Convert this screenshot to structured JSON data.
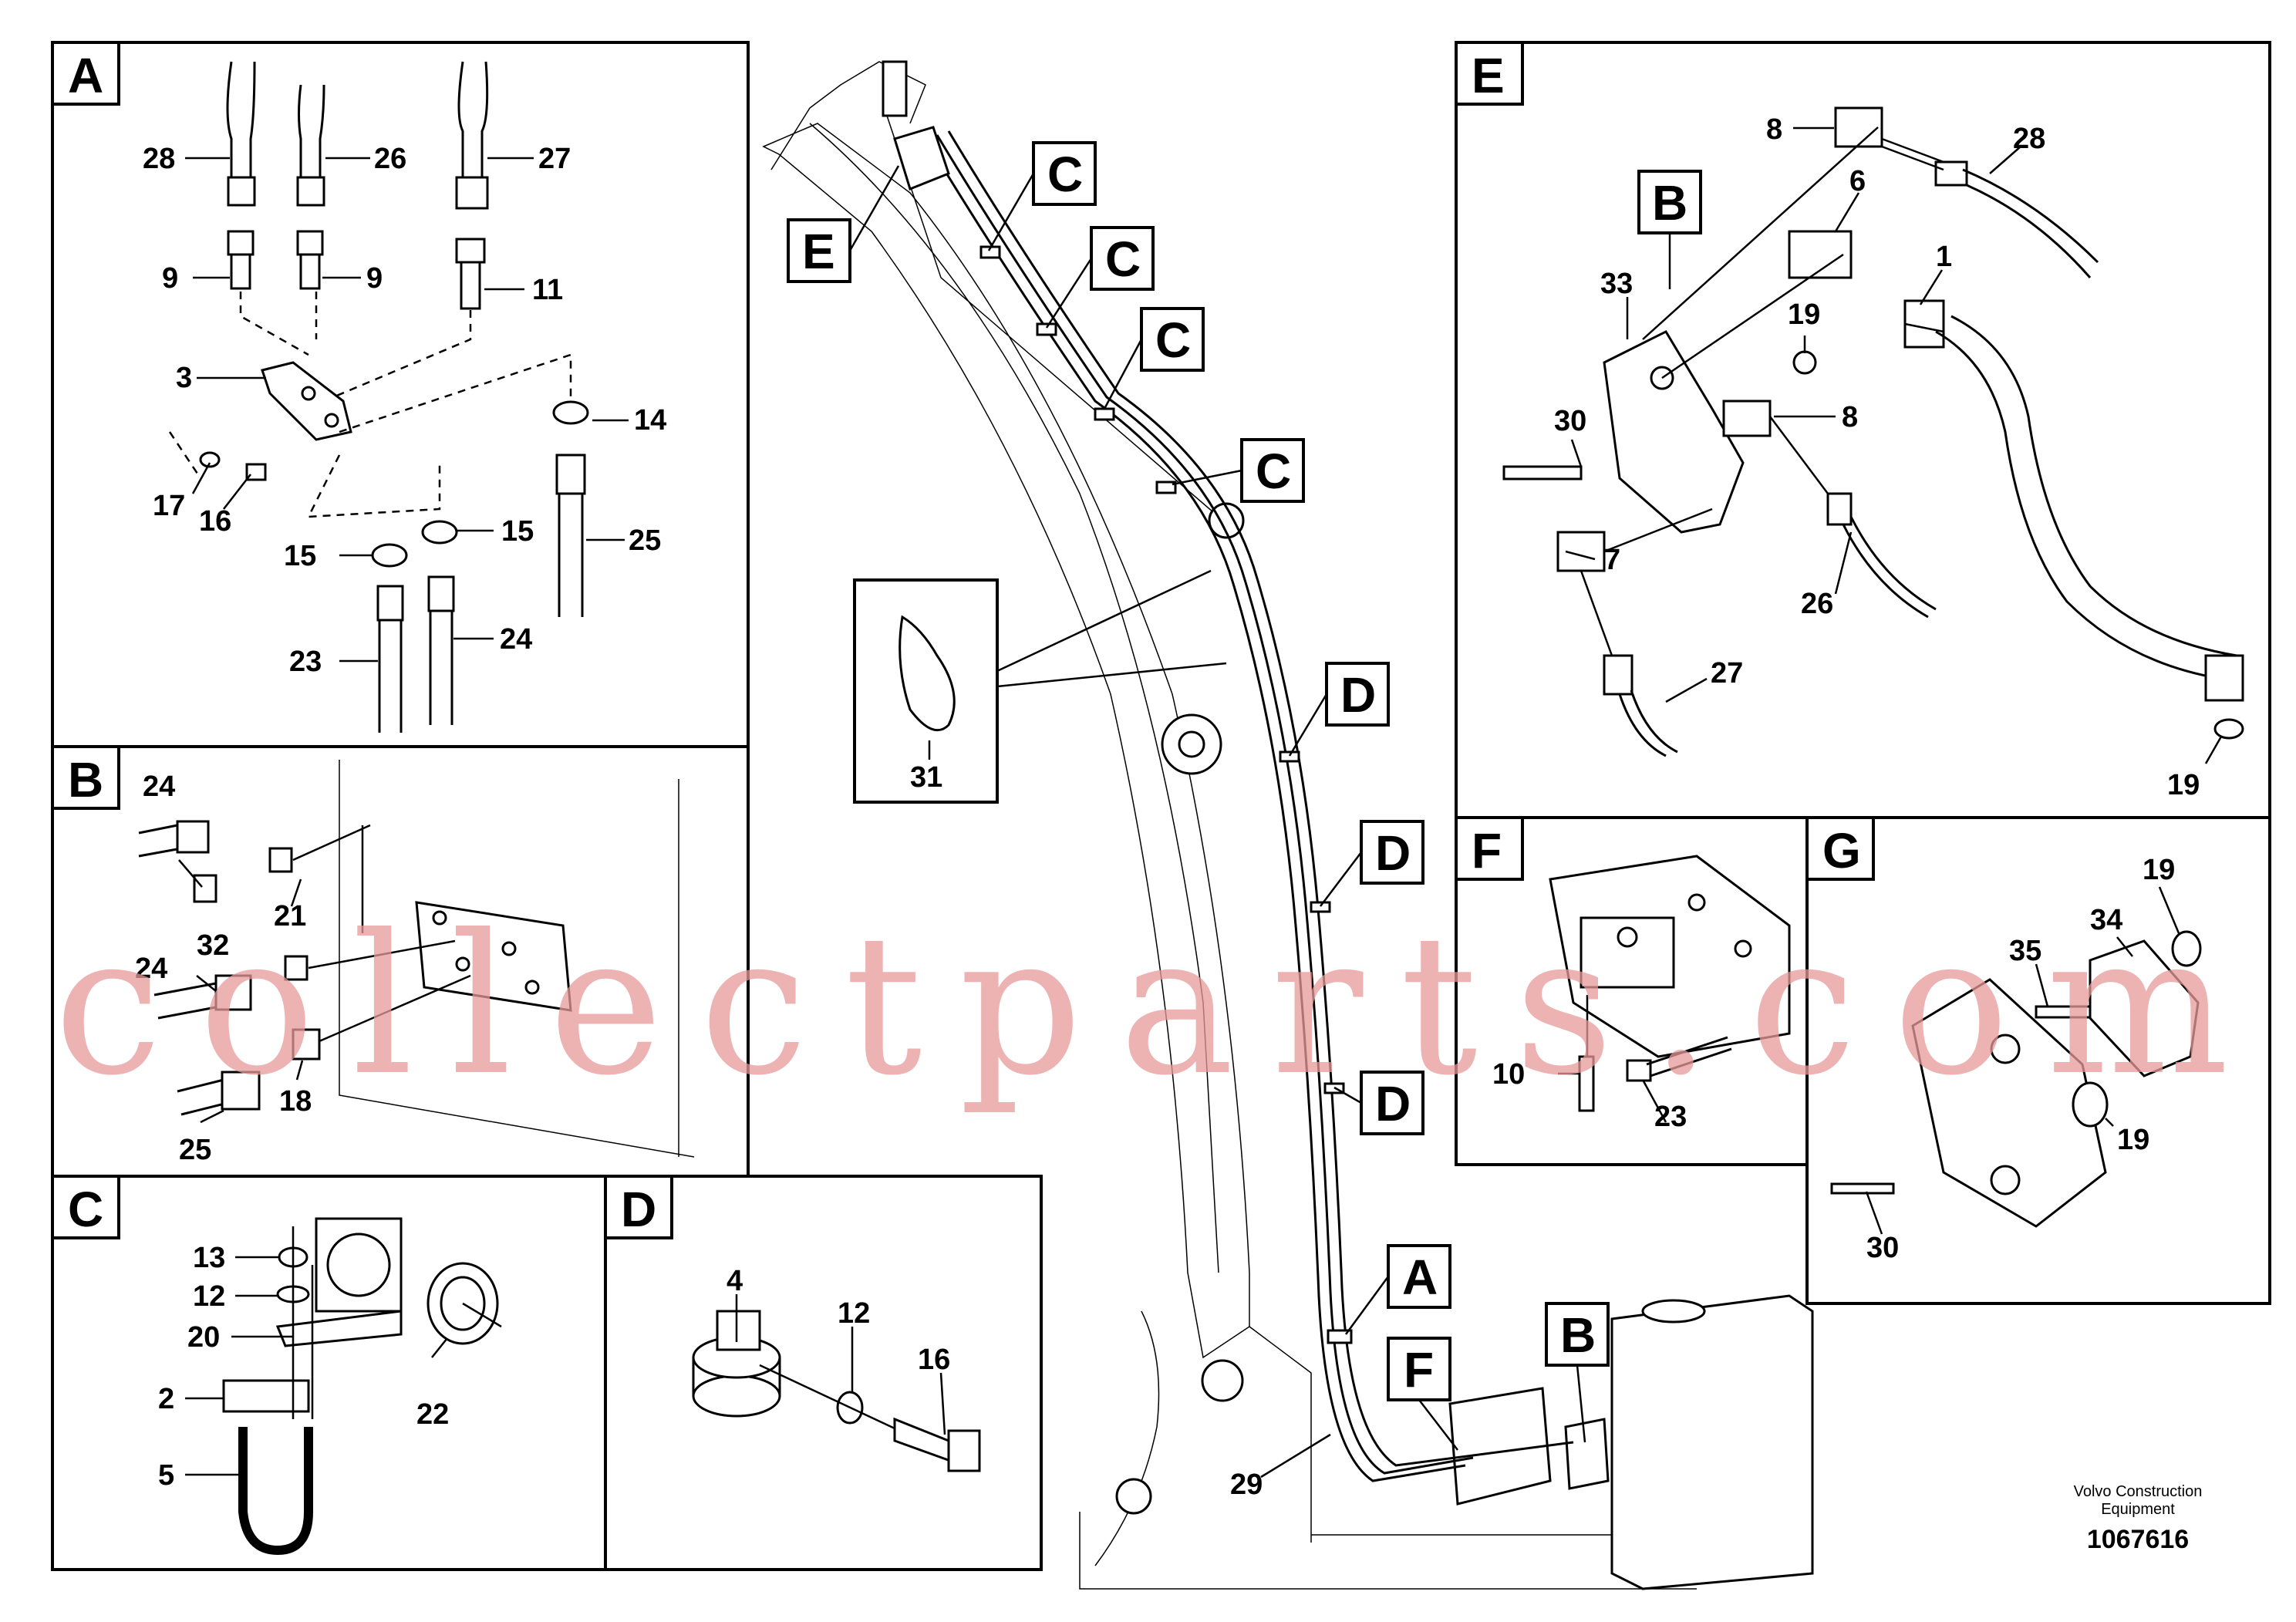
{
  "panels": {
    "A": {
      "letter": "A",
      "callouts": [
        "28",
        "26",
        "27",
        "9",
        "9",
        "11",
        "3",
        "14",
        "17",
        "16",
        "15",
        "15",
        "25",
        "23",
        "24"
      ]
    },
    "B": {
      "letter": "B",
      "callouts": [
        "24",
        "32",
        "21",
        "24",
        "18",
        "25"
      ]
    },
    "C": {
      "letter": "C",
      "callouts": [
        "13",
        "12",
        "20",
        "2",
        "22",
        "5"
      ]
    },
    "D": {
      "letter": "D",
      "callouts": [
        "4",
        "12",
        "16"
      ]
    },
    "E": {
      "letter": "E",
      "tag": "B",
      "callouts": [
        "8",
        "28",
        "6",
        "33",
        "1",
        "19",
        "30",
        "8",
        "7",
        "26",
        "27",
        "19"
      ]
    },
    "F": {
      "letter": "F",
      "callouts": [
        "10",
        "23"
      ]
    },
    "G": {
      "letter": "G",
      "callouts": [
        "34",
        "19",
        "35",
        "19",
        "30"
      ]
    }
  },
  "main": {
    "tags": [
      "C",
      "C",
      "C",
      "C",
      "E",
      "D",
      "D",
      "D",
      "A",
      "F",
      "B"
    ],
    "inset_callout": "31",
    "callout_29": "29"
  },
  "footer": {
    "maker_line1": "Volvo Construction",
    "maker_line2": "Equipment",
    "drawing_no": "1067616"
  },
  "watermark": "collectparts.com"
}
